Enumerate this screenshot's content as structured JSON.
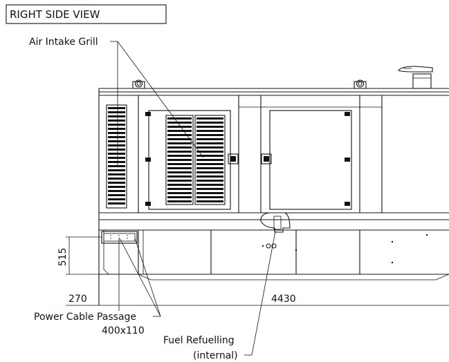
{
  "view_title": "RIGHT SIDE VIEW",
  "labels": {
    "air_intake": "Air Intake Grill",
    "power_cable": "Power Cable Passage",
    "power_cable_size": "400x110",
    "fuel_refuel": "Fuel Refuelling",
    "fuel_refuel_note": "(internal)"
  },
  "dimensions": {
    "height_dim": "515",
    "left_offset": "270",
    "length": "4430"
  }
}
